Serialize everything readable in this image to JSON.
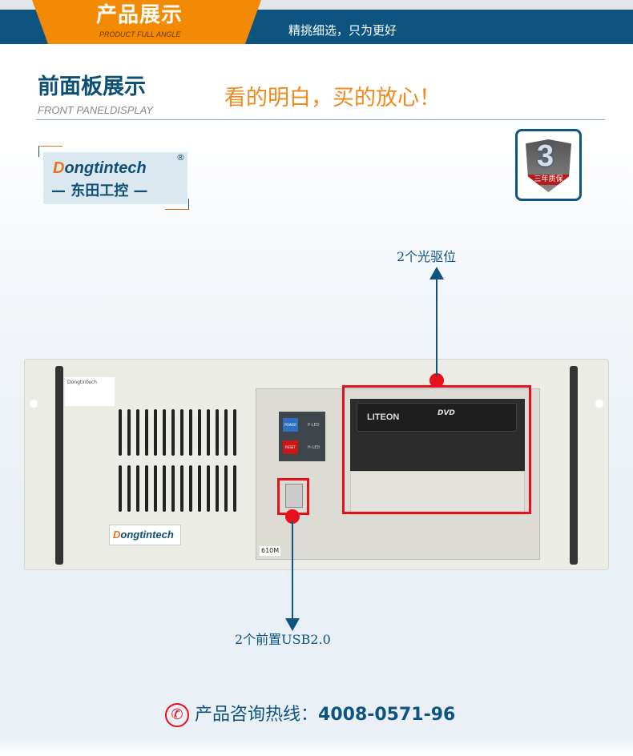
{
  "header": {
    "title": "产品展示",
    "subtitle": "PRODUCT FULL ANGLE",
    "slogan": "精挑细选，只为更好"
  },
  "section": {
    "title": "前面板展示",
    "subtitle": "FRONT PANELDISPLAY",
    "slogan": "看的明白，买的放心！"
  },
  "logo": {
    "name_prefix": "D",
    "name_rest": "ongtintech",
    "cn": "— 东田工控 —",
    "reg": "®"
  },
  "badge": {
    "number": "3",
    "text": "三年质保"
  },
  "chassis": {
    "drive_brand": "LITEON",
    "drive_type": "DVD",
    "power": "POWER",
    "reset": "RESET",
    "pled": "P-LED",
    "hled": "H-LED",
    "brand_prefix": "D",
    "brand_rest": "ongtintech",
    "model": "610M",
    "sticker": "Dongtintech"
  },
  "annotations": {
    "optical": "2个光驱位",
    "usb": "2个前置USB2.0"
  },
  "contact": {
    "label": "产品咨询热线：",
    "phone": "4008-0571-96"
  },
  "colors": {
    "blue": "#0d5580",
    "orange": "#f28a05",
    "red": "#e8101a"
  }
}
